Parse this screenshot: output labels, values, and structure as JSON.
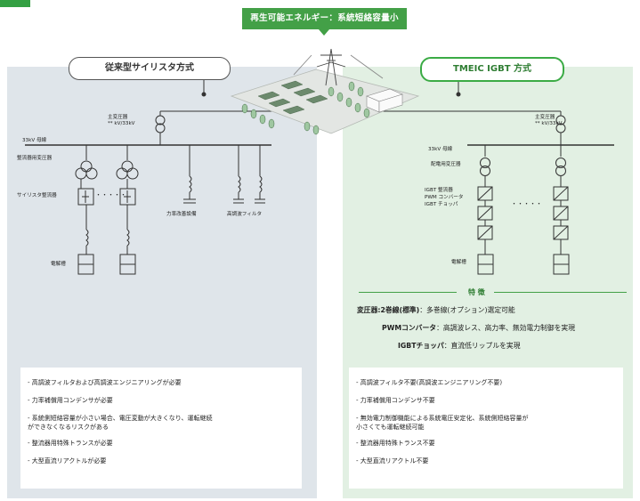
{
  "banner": {
    "text": "再生可能エネルギー：系統短絡容量小"
  },
  "left": {
    "title": "従来型サイリスタ方式",
    "main_transformer": "主変圧器\n** kV/33kV",
    "bus": "33kV 母線",
    "rectifier_transformer": "整流器用変圧器",
    "thyristor_rectifier": "サイリスタ整流器",
    "electrolyzer": "電解槽",
    "capacitor": "力率改善設備",
    "harmonic_filter": "高調波フィルタ",
    "dots": "・・・・・",
    "notes": [
      "- 高調波フィルタおよび高調波エンジニアリングが必要",
      "- 力率補償用コンデンサが必要",
      "- 系統側短絡容量が小さい場合、電圧変動が大きくなり、運転継続\n  ができなくなるリスクがある",
      "- 整流器用特殊トランスが必要",
      "- 大型直流リアクトルが必要"
    ]
  },
  "right": {
    "title": "TMEIC IGBT 方式",
    "main_transformer": "主変圧器\n** kV/33kV",
    "bus": "33kV 母線",
    "distribution_transformer": "配電用変圧器",
    "igbt_stack": "IGBT 整流器\nPWM コンバータ\nIGBT チョッパ",
    "electrolyzer": "電解槽",
    "dots": "・・・・・",
    "features_title": "特 徴",
    "features": [
      {
        "label": "変圧器:2巻線(標準)",
        "text": "：多巻線(オプション)選定可能"
      },
      {
        "label": "PWMコンバータ",
        "text": "：高調波レス、高力率、無効電力制御を実現"
      },
      {
        "label": "IGBTチョッパ",
        "text": "：直流低リップルを実現"
      }
    ],
    "notes": [
      "- 高調波フィルタ不要(高調波エンジニアリング不要)",
      "- 力率補償用コンデンサ不要",
      "- 無効電力制御機能による系統電圧安定化、系統側短絡容量が\n  小さくても運転継続可能",
      "- 整流器用特殊トランス不要",
      "- 大型直流リアクトル不要"
    ]
  },
  "colors": {
    "green": "#43a047",
    "left_panel": "#dfe5ea",
    "right_panel": "#e2f0e3"
  }
}
